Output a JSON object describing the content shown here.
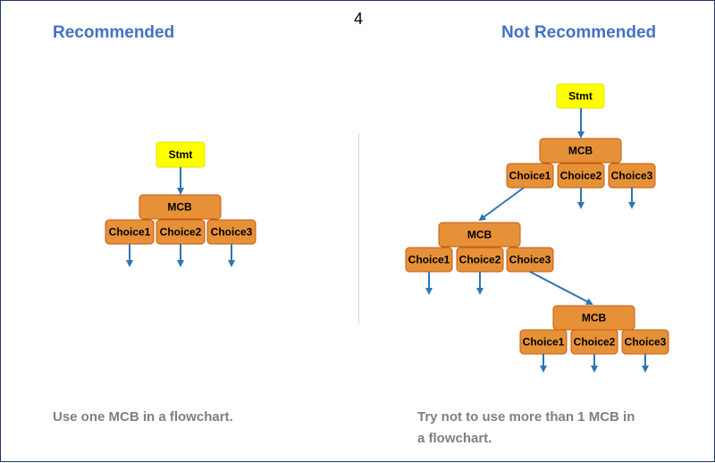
{
  "page_number": "4",
  "left": {
    "heading": "Recommended",
    "caption": "Use one MCB in a flowchart.",
    "stmt": "Stmt",
    "mcb": {
      "label": "MCB",
      "choices": [
        "Choice1",
        "Choice2",
        "Choice3"
      ]
    }
  },
  "right": {
    "heading": "Not Recommended",
    "caption_line1": "Try not to use more than 1 MCB in",
    "caption_line2": "a flowchart.",
    "stmt": "Stmt",
    "mcb1": {
      "label": "MCB",
      "choices": [
        "Choice1",
        "Choice2",
        "Choice3"
      ]
    },
    "mcb2": {
      "label": "MCB",
      "choices": [
        "Choice1",
        "Choice2",
        "Choice3"
      ]
    },
    "mcb3": {
      "label": "MCB",
      "choices": [
        "Choice1",
        "Choice2",
        "Choice3"
      ]
    }
  },
  "colors": {
    "stmt_fill": "#ffff00",
    "mcb_fill": "#e69138",
    "mcb_border": "#c55a11",
    "arrow": "#2e75b6",
    "heading": "#4472c4",
    "caption": "#7f7f7f"
  }
}
